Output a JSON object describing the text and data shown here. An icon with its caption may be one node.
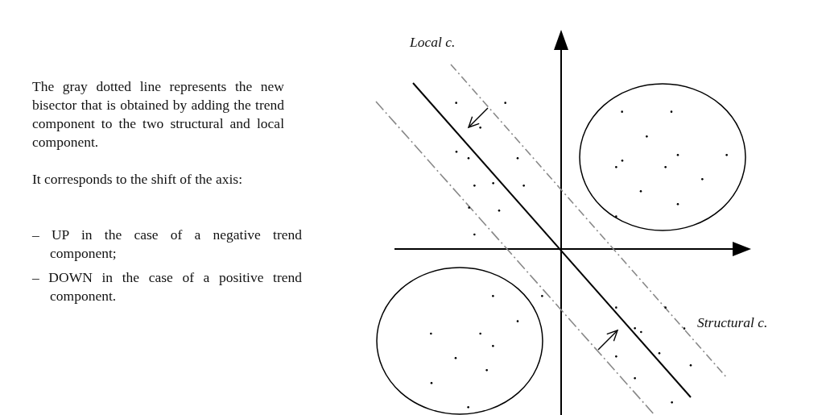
{
  "diagram": {
    "labels": [
      "The gray dotted line represents the new bisector that is obtained by adding the trend component to the two structural and local component.",
      "It corresponds to the shift of the axis:",
      "– UP in the case of a negative trend component;",
      "– DOWN in the case of a positive trend component.",
      "Local c.",
      "Structural c."
    ]
  }
}
